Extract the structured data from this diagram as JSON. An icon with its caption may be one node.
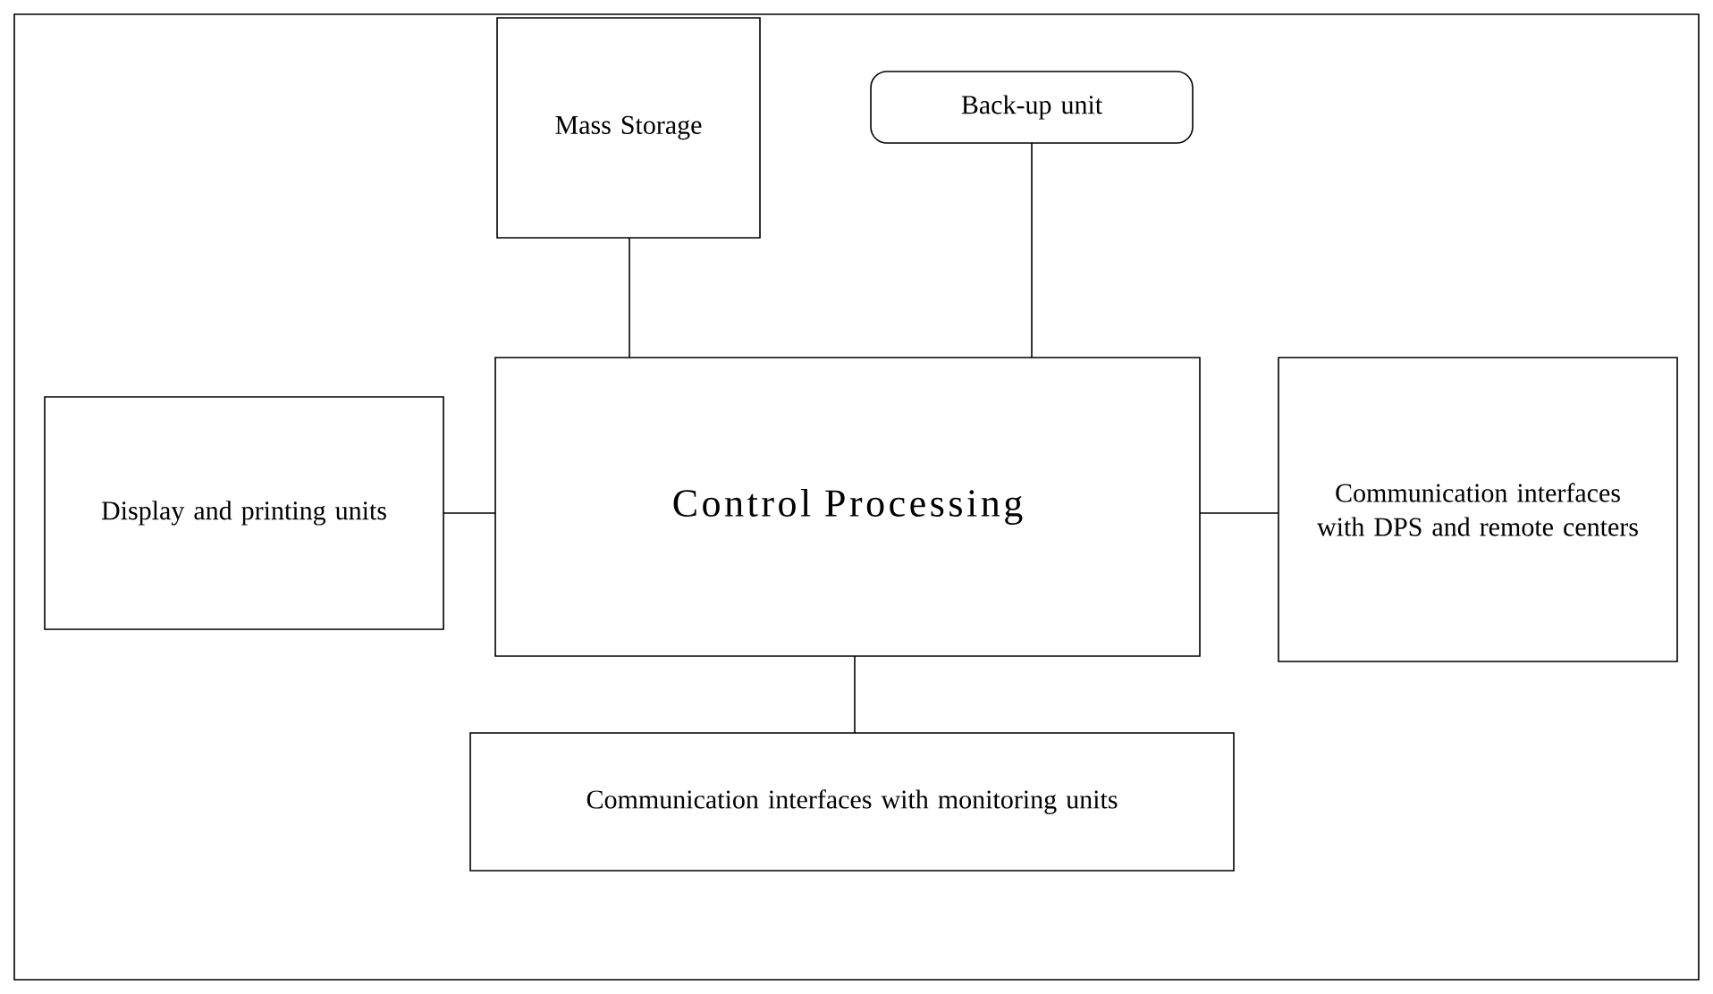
{
  "diagram": {
    "nodes": [
      {
        "text": [
          "Control Processing"
        ]
      },
      {
        "text": [
          "Mass Storage"
        ]
      },
      {
        "text": [
          "Back-up unit"
        ]
      },
      {
        "text": [
          "Display and printing units"
        ]
      },
      {
        "text": [
          "Communication interfaces with DPS and remote centers"
        ]
      },
      {
        "text": [
          "Communication interfaces with monitoring units"
        ]
      }
    ],
    "edges": [
      {
        "from": 1,
        "to": 0,
        "arrow": "none"
      },
      {
        "from": 2,
        "to": 0,
        "arrow": "none"
      },
      {
        "from": 3,
        "to": 0,
        "arrow": "none"
      },
      {
        "from": 0,
        "to": 4,
        "arrow": "none"
      },
      {
        "from": 0,
        "to": 5,
        "arrow": "none"
      }
    ]
  }
}
